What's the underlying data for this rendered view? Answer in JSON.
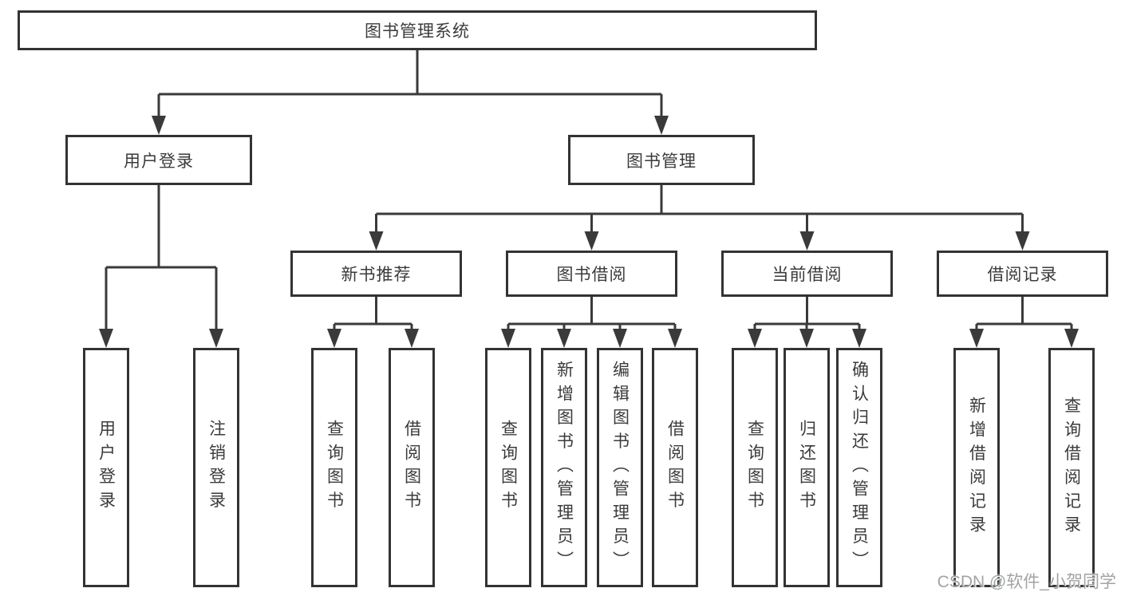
{
  "tree": {
    "root": {
      "label": "图书管理系统"
    },
    "branches": [
      {
        "label": "用户登录",
        "children": [
          {
            "label": "用户登录"
          },
          {
            "label": "注销登录"
          }
        ]
      },
      {
        "label": "图书管理",
        "children": [
          {
            "label": "新书推荐",
            "children": [
              {
                "label": "查询图书"
              },
              {
                "label": "借阅图书"
              }
            ]
          },
          {
            "label": "图书借阅",
            "children": [
              {
                "label": "查询图书"
              },
              {
                "label": "新增图书（管理员）"
              },
              {
                "label": "编辑图书（管理员）"
              },
              {
                "label": "借阅图书"
              }
            ]
          },
          {
            "label": "当前借阅",
            "children": [
              {
                "label": "查询图书"
              },
              {
                "label": "归还图书"
              },
              {
                "label": "确认归还（管理员）"
              }
            ]
          },
          {
            "label": "借阅记录",
            "children": [
              {
                "label": "新增借阅记录"
              },
              {
                "label": "查询借阅记录"
              }
            ]
          }
        ]
      }
    ]
  },
  "watermark": "CSDN @软件_小贺同学",
  "colors": {
    "line": "#3a3a3a",
    "box_border": "#333333",
    "text": "#3b3b3b",
    "background": "#ffffff",
    "watermark": "#949699"
  }
}
